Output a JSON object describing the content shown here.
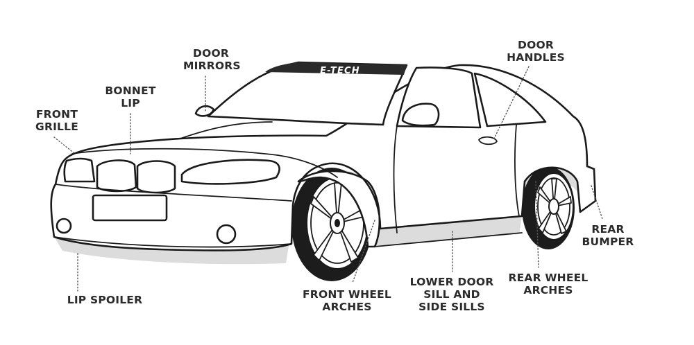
{
  "banner": {
    "text": "E-TECH"
  },
  "labels": {
    "door_mirrors": [
      "DOOR",
      "MIRRORS"
    ],
    "bonnet_lip": [
      "BONNET",
      "LIP"
    ],
    "front_grille": [
      "FRONT",
      "GRILLE"
    ],
    "door_handles": [
      "DOOR",
      "HANDLES"
    ],
    "rear_bumper": [
      "REAR",
      "BUMPER"
    ],
    "lip_spoiler": [
      "LIP SPOILER"
    ],
    "front_wheel_arches": [
      "FRONT WHEEL",
      "ARCHES"
    ],
    "lower_door_sill": [
      "LOWER DOOR",
      "SILL AND",
      "SIDE SILLS"
    ],
    "rear_wheel_arches": [
      "REAR WHEEL",
      "ARCHES"
    ]
  },
  "colors": {
    "outline": "#1a1a1a",
    "highlight": "#dcdcdc",
    "text": "#2b2b2b"
  }
}
